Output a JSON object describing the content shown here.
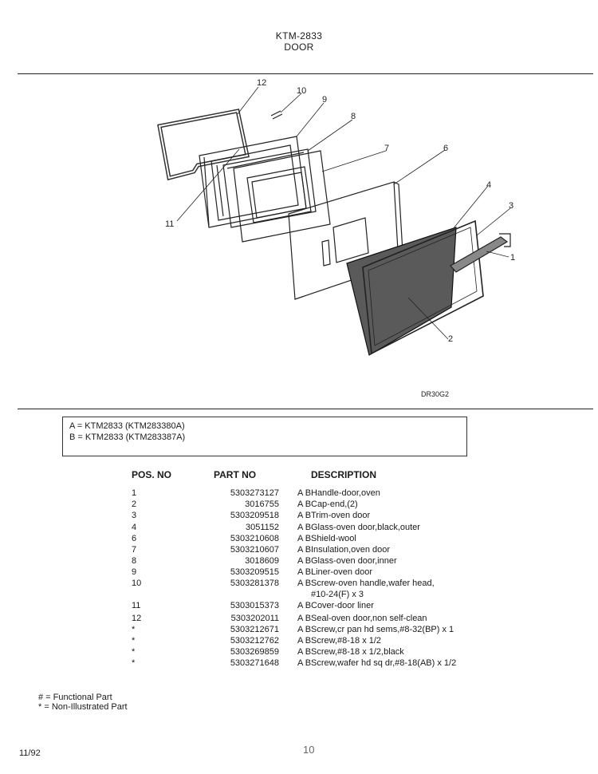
{
  "header": {
    "model": "KTM-2833",
    "section": "DOOR"
  },
  "diagram": {
    "callouts": [
      "1",
      "2",
      "3",
      "4",
      "6",
      "7",
      "8",
      "9",
      "10",
      "11",
      "12"
    ],
    "code": "DR30G2"
  },
  "legend": [
    "A = KTM2833 (KTM283380A)",
    "B = KTM2833 (KTM283387A)"
  ],
  "table": {
    "headers": {
      "pos": "POS. NO",
      "part": "PART NO",
      "desc": "DESCRIPTION"
    },
    "rows": [
      {
        "pos": "1",
        "part": "5303273127",
        "ab": "A B",
        "desc": "Handle-door,oven"
      },
      {
        "pos": "2",
        "part": "3016755",
        "ab": "A B",
        "desc": "Cap-end,(2)"
      },
      {
        "pos": "3",
        "part": "5303209518",
        "ab": "A B",
        "desc": "Trim-oven door"
      },
      {
        "pos": "4",
        "part": "3051152",
        "ab": "A B",
        "desc": "Glass-oven door,black,outer"
      },
      {
        "pos": "6",
        "part": "5303210608",
        "ab": "A B",
        "desc": "Shield-wool"
      },
      {
        "pos": "7",
        "part": "5303210607",
        "ab": "A B",
        "desc": "Insulation,oven door"
      },
      {
        "pos": "8",
        "part": "3018609",
        "ab": "A B",
        "desc": "Glass-oven door,inner"
      },
      {
        "pos": "9",
        "part": "5303209515",
        "ab": "A B",
        "desc": "Liner-oven door"
      },
      {
        "pos": "10",
        "part": "5303281378",
        "ab": "A B",
        "desc": "Screw-oven handle,wafer head,"
      },
      {
        "pos": "",
        "part": "",
        "ab": "",
        "desc": "#10-24(F) x 3"
      },
      {
        "pos": "11",
        "part": "5303015373",
        "ab": "A B",
        "desc": "Cover-door liner"
      },
      {
        "pos": "12",
        "part": "5303202011",
        "ab": "A B",
        "desc": "Seal-oven door,non self-clean"
      },
      {
        "pos": "*",
        "part": "5303212671",
        "ab": "A B",
        "desc": "Screw,cr pan hd sems,#8-32(BP) x 1"
      },
      {
        "pos": "*",
        "part": "5303212762",
        "ab": "A B",
        "desc": "Screw,#8-18 x 1/2"
      },
      {
        "pos": "*",
        "part": "5303269859",
        "ab": "A B",
        "desc": "Screw,#8-18 x 1/2,black"
      },
      {
        "pos": "*",
        "part": "5303271648",
        "ab": "A B",
        "desc": "Screw,wafer hd sq dr,#8-18(AB) x 1/2"
      }
    ]
  },
  "notes": [
    "# = Functional Part",
    "* = Non-Illustrated Part"
  ],
  "footer": {
    "date": "11/92",
    "page": "10"
  }
}
